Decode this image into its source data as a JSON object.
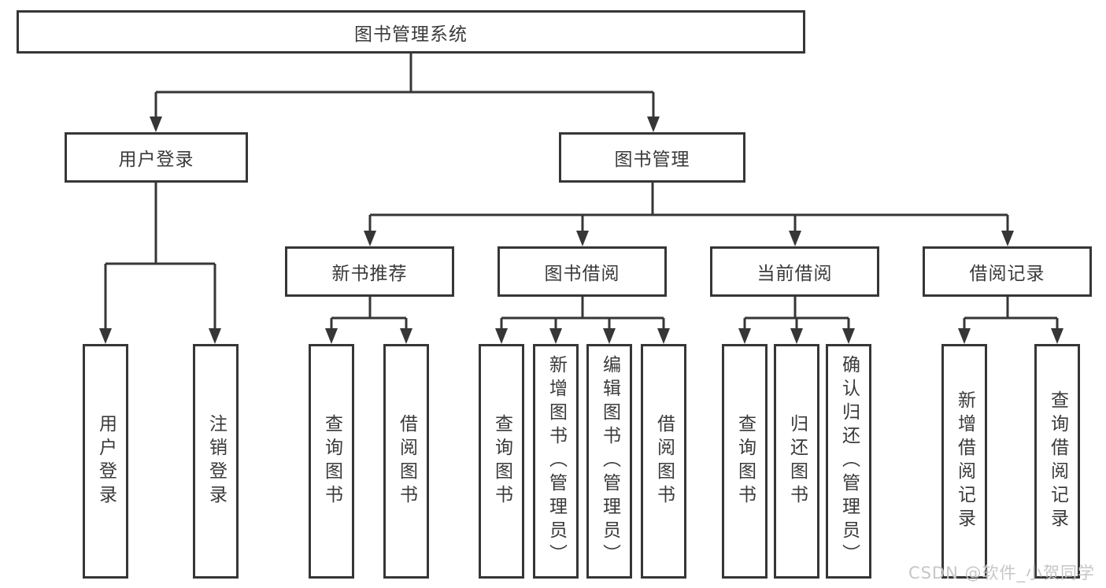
{
  "diagram": {
    "type": "hierarchy-tree",
    "colors": {
      "line": "#363636",
      "border": "#363636",
      "text": "#3a3a3a",
      "box_background": "#ffffff",
      "watermark": "#c6c6c6"
    },
    "tree": {
      "root": {
        "label": "图书管理系统"
      },
      "user_login": {
        "label": "用户登录",
        "children": [
          "用户登录",
          "注销登录"
        ]
      },
      "book_management": {
        "label": "图书管理"
      },
      "new_book_recommend": {
        "label": "新书推荐",
        "children": [
          "查询图书",
          "借阅图书"
        ]
      },
      "book_borrowing": {
        "label": "图书借阅",
        "children": [
          "查询图书",
          "新增图书（管理员）",
          "编辑图书（管理员）",
          "借阅图书"
        ]
      },
      "current_borrowing": {
        "label": "当前借阅",
        "children": [
          "查询图书",
          "归还图书",
          "确认归还（管理员）"
        ]
      },
      "borrowing_records": {
        "label": "借阅记录",
        "children": [
          "新增借阅记录",
          "查询借阅记录"
        ]
      }
    },
    "watermark": "CSDN @软件_小贺同学"
  }
}
